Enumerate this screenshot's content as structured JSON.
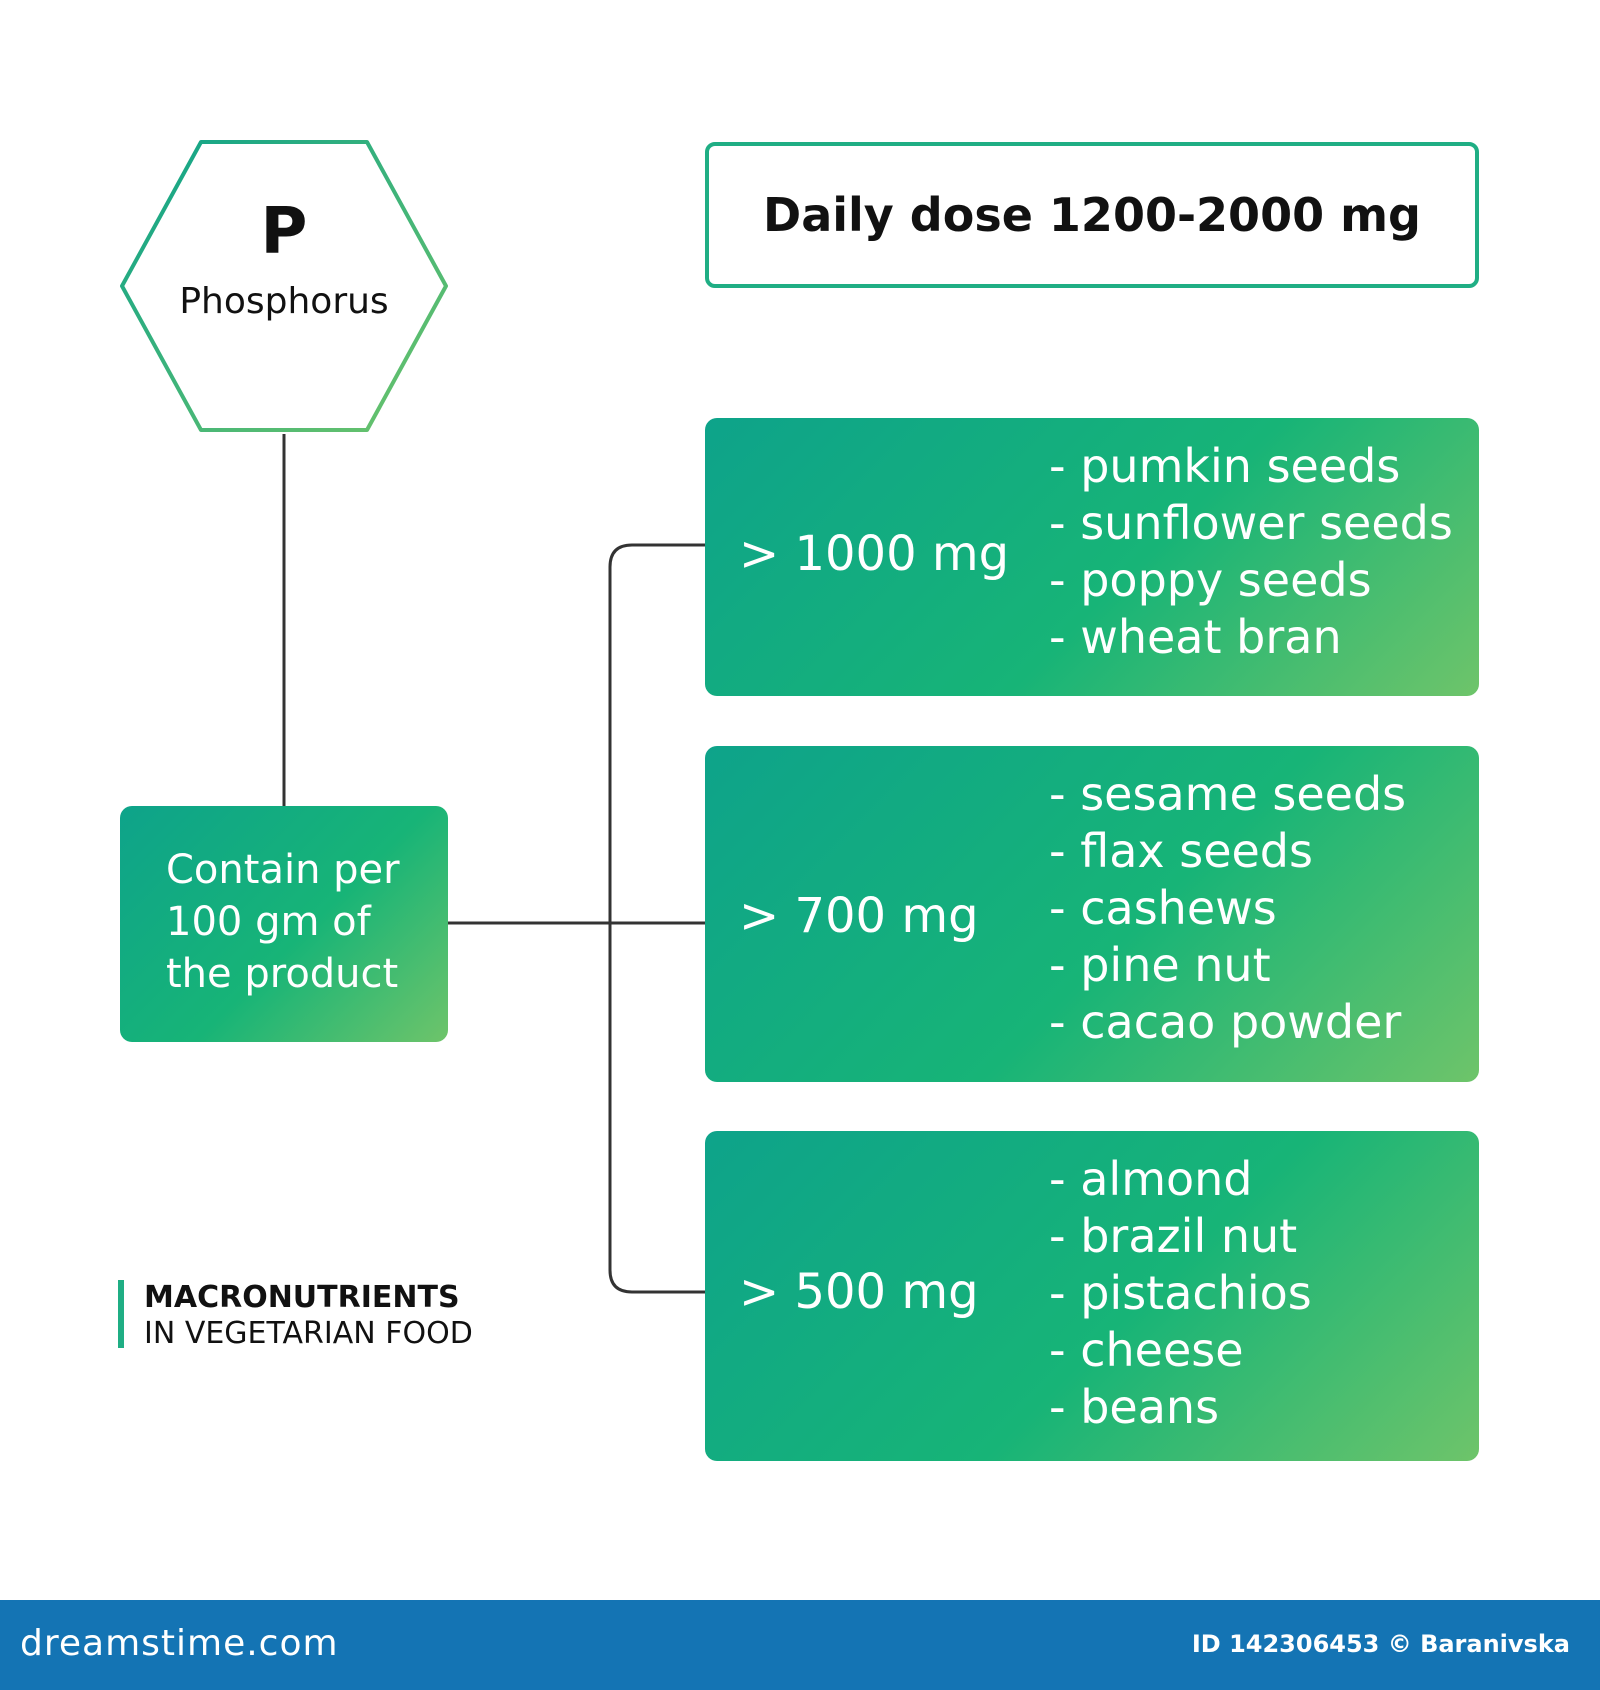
{
  "element": {
    "symbol": "P",
    "name": "Phosphorus"
  },
  "daily_dose": "Daily dose 1200-2000 mg",
  "contain_label": {
    "line1": "Contain per",
    "line2": "100 gm of",
    "line3": "the product"
  },
  "categories": [
    {
      "threshold": "> 1000 mg",
      "items": [
        "- pumkin seeds",
        "- sunflower seeds",
        "- poppy seeds",
        "- wheat bran"
      ]
    },
    {
      "threshold": "> 700 mg",
      "items": [
        "- sesame seeds",
        "- flax seeds",
        "- cashews",
        "- pine nut",
        "- cacao powder"
      ]
    },
    {
      "threshold": "> 500 mg",
      "items": [
        "- almond",
        "- brazil nut",
        "- pistachios",
        "- cheese",
        "- beans"
      ]
    }
  ],
  "branding": {
    "title": "MACRONUTRIENTS",
    "subtitle": "IN VEGETARIAN FOOD"
  },
  "footer": {
    "logo": "dreamstime.com",
    "credit": "ID 142306453 © Baranivska"
  },
  "colors": {
    "accent": "#1fae84",
    "gradient_start": "#0ea38a",
    "gradient_end": "#6ec46a",
    "footer_bar": "#1474b4",
    "connector": "#333333"
  }
}
